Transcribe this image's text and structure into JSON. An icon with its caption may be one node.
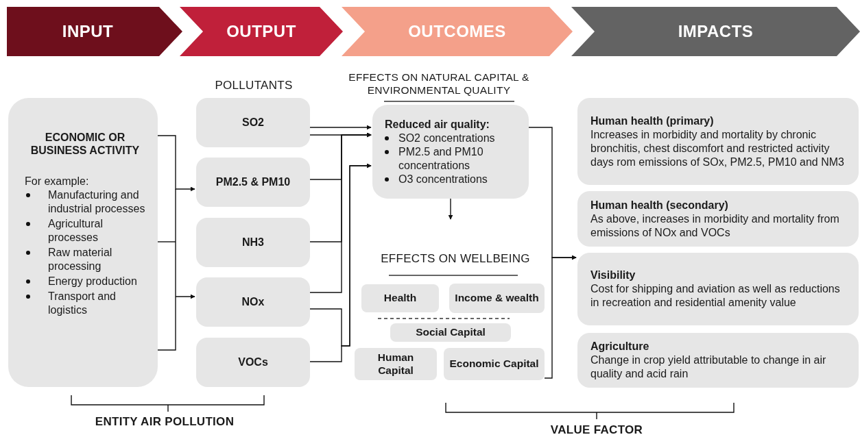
{
  "diagram": {
    "nodes": [
      {
        "text": [
          "INPUT"
        ]
      },
      {
        "text": [
          "OUTPUT"
        ]
      },
      {
        "text": [
          "OUTCOMES"
        ]
      },
      {
        "text": [
          "IMPACTS"
        ]
      },
      {
        "text": [
          "ECONOMIC OR BUSINESS ACTIVITY",
          "For example:",
          "Manufacturing and industrial processes",
          "Agricultural processes",
          "Raw material processing",
          "Energy production",
          "Transport and logistics"
        ]
      },
      {
        "text": [
          "SO2"
        ]
      },
      {
        "text": [
          "PM2.5 & PM10"
        ]
      },
      {
        "text": [
          "NH3"
        ]
      },
      {
        "text": [
          "NOx"
        ]
      },
      {
        "text": [
          "VOCs"
        ]
      },
      {
        "text": [
          "Reduced air quality:",
          "SO2 concentrations",
          "PM2.5 and PM10 concentrations",
          "O3 concentrations"
        ]
      },
      {
        "text": [
          "Health"
        ]
      },
      {
        "text": [
          "Income & wealth"
        ]
      },
      {
        "text": [
          "Social Capital"
        ]
      },
      {
        "text": [
          "Human Capital"
        ]
      },
      {
        "text": [
          "Economic Capital"
        ]
      },
      {
        "text": [
          "Human health (primary)",
          "Increases in morbidity and mortality by chronic bronchitis, chest discomfort and restricted activity days rom emissions of SOx, PM2.5, PM10 and NM3"
        ]
      },
      {
        "text": [
          "Human health (secondary)",
          "As above, increases in morbidity and mortality from emissions of NOx and VOCs"
        ]
      },
      {
        "text": [
          "Visibility",
          "Cost for shipping and aviation as well as reductions in recreation and residential amenity value"
        ]
      },
      {
        "text": [
          "Agriculture",
          "Change in crop yield attributable to change in air quality and acid rain"
        ]
      }
    ],
    "edges": [
      {
        "from": 4,
        "to": 6,
        "arrow": "to"
      },
      {
        "from": 4,
        "to": 8,
        "arrow": "to"
      },
      {
        "from": 5,
        "to": 10,
        "arrow": "to"
      },
      {
        "from": 5,
        "to": 10,
        "arrow": "to"
      },
      {
        "from": 6,
        "to": 10,
        "arrow": "to"
      },
      {
        "from": 7,
        "to": 10,
        "arrow": "to"
      },
      {
        "from": 8,
        "to": 10,
        "arrow": "to"
      },
      {
        "from": 8,
        "to": 10,
        "arrow": "to"
      },
      {
        "from": 9,
        "to": 10,
        "arrow": "to"
      },
      {
        "from": 10,
        "to": null,
        "arrow": "to"
      },
      {
        "from": 10,
        "to": 18,
        "arrow": "to"
      },
      {
        "from": 15,
        "to": 18,
        "arrow": "to"
      }
    ],
    "labels": [
      "POLLUTANTS",
      "EFFECTS ON NATURAL CAPITAL & ENVIRONMENTAL QUALITY",
      "EFFECTS ON WELLBEING",
      "ENTITY AIR POLLUTION",
      "VALUE FACTOR"
    ]
  }
}
